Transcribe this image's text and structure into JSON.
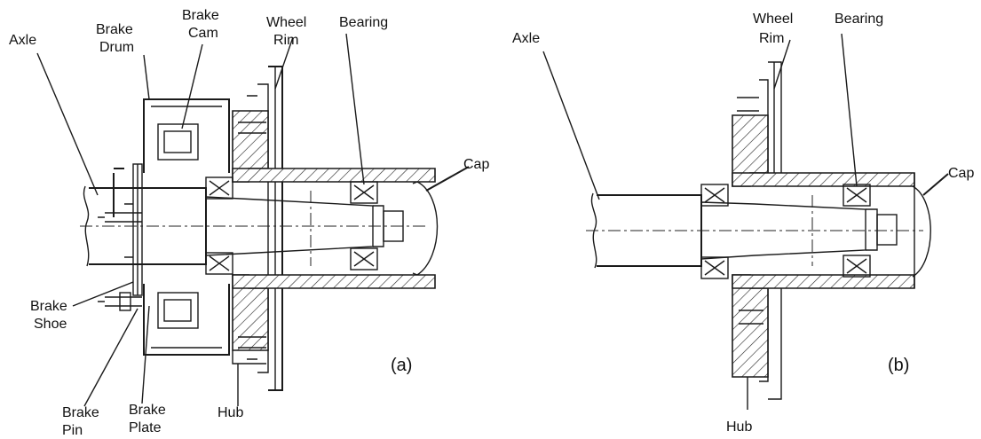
{
  "diagram_a": {
    "labels": {
      "axle": "Axle",
      "brake_drum_1": "Brake",
      "brake_drum_2": "Drum",
      "brake_cam_1": "Brake",
      "brake_cam_2": "Cam",
      "wheel_rim_1": "Wheel",
      "wheel_rim_2": "Rim",
      "bearing": "Bearing",
      "cap": "Cap",
      "brake_shoe_1": "Brake",
      "brake_shoe_2": "Shoe",
      "brake_pin_1": "Brake",
      "brake_pin_2": "Pin",
      "brake_plate_1": "Brake",
      "brake_plate_2": "Plate",
      "hub": "Hub"
    },
    "caption": "(a)"
  },
  "diagram_b": {
    "labels": {
      "axle": "Axle",
      "wheel_rim_1": "Wheel",
      "wheel_rim_2": "Rim",
      "bearing": "Bearing",
      "cap": "Cap",
      "hub": "Hub"
    },
    "caption": "(b)"
  }
}
